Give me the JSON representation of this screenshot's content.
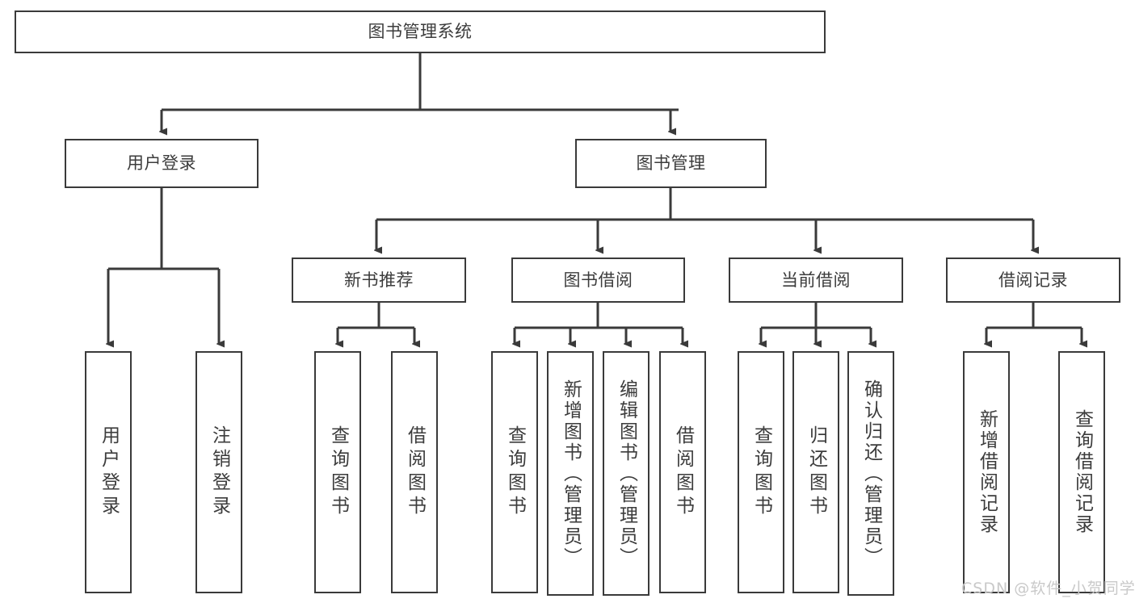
{
  "diagram": {
    "type": "tree",
    "title": "图书管理系统",
    "colors": {
      "background": "#ffffff",
      "box_border": "#3a3a3a",
      "box_fill": "#ffffff",
      "text": "#3c3c3c",
      "edge": "#3a3a3a",
      "watermark": "#c9c9c9"
    },
    "root": {
      "label": "图书管理系统"
    },
    "level1": [
      {
        "id": "user-login",
        "label": "用户登录"
      },
      {
        "id": "book-management",
        "label": "图书管理"
      }
    ],
    "level2": [
      {
        "id": "new-book-recommend",
        "label": "新书推荐",
        "parent": "book-management"
      },
      {
        "id": "book-borrow",
        "label": "图书借阅",
        "parent": "book-management"
      },
      {
        "id": "current-borrow",
        "label": "当前借阅",
        "parent": "book-management"
      },
      {
        "id": "borrow-record",
        "label": "借阅记录",
        "parent": "book-management"
      }
    ],
    "leaves": [
      {
        "id": "leaf-user-login",
        "label": "用户登录",
        "parent": "user-login"
      },
      {
        "id": "leaf-user-logout",
        "label": "注销登录",
        "parent": "user-login"
      },
      {
        "id": "leaf-query-book-1",
        "label": "查询图书",
        "parent": "new-book-recommend"
      },
      {
        "id": "leaf-borrow-book-1",
        "label": "借阅图书",
        "parent": "new-book-recommend"
      },
      {
        "id": "leaf-query-book-2",
        "label": "查询图书",
        "parent": "book-borrow"
      },
      {
        "id": "leaf-add-book",
        "label": "新增图书（管理员）",
        "parent": "book-borrow"
      },
      {
        "id": "leaf-edit-book",
        "label": "编辑图书（管理员）",
        "parent": "book-borrow"
      },
      {
        "id": "leaf-borrow-book-2",
        "label": "借阅图书",
        "parent": "book-borrow"
      },
      {
        "id": "leaf-query-book-3",
        "label": "查询图书",
        "parent": "current-borrow"
      },
      {
        "id": "leaf-return-book",
        "label": "归还图书",
        "parent": "current-borrow"
      },
      {
        "id": "leaf-confirm-return",
        "label": "确认归还（管理员）",
        "parent": "current-borrow"
      },
      {
        "id": "leaf-add-record",
        "label": "新增借阅记录",
        "parent": "borrow-record"
      },
      {
        "id": "leaf-query-record",
        "label": "查询借阅记录",
        "parent": "borrow-record"
      }
    ]
  },
  "watermark": {
    "text": "CSDN @软件_小贺同学"
  }
}
